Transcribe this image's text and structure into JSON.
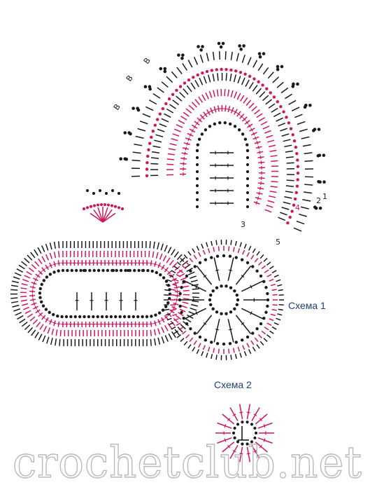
{
  "diagram": {
    "schema1_label": "Схема 1",
    "schema2_label": "Схема 2",
    "watermark": "crochetclub.net",
    "row_marks": [
      "B",
      "B",
      "B",
      "1",
      "2",
      "3",
      "4",
      "5"
    ],
    "colors": {
      "black_rows": "#1a1a1a",
      "pink_rows": "#d4145a",
      "label_blue": "#1f3f7a",
      "watermark": "#b9b9b9"
    },
    "symbols": [
      "chain-dot",
      "double-crochet-stitch",
      "single-crochet-stitch",
      "picot-loop"
    ]
  }
}
